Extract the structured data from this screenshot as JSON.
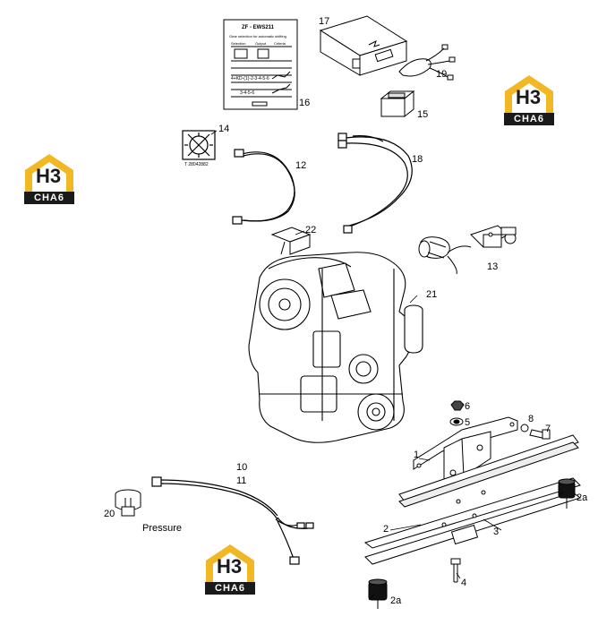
{
  "callouts": {
    "c1": "1",
    "c2": "2",
    "c2a_top": "2a",
    "c2a_bottom": "2a",
    "c3": "3",
    "c4": "4",
    "c5": "5",
    "c6": "6",
    "c7": "7",
    "c8": "8",
    "c10": "10",
    "c11": "11",
    "c12": "12",
    "c13": "13",
    "c14": "14",
    "c15": "15",
    "c16": "16",
    "c17": "17",
    "c18": "18",
    "c19": "19",
    "c20": "20",
    "c21": "21",
    "c22": "22"
  },
  "pressure_label": "Pressure",
  "decal": {
    "title": "ZF - EWS211",
    "subtitle": "Gear selection for automatic shifting",
    "col1": "Selection",
    "col2": "Output",
    "col3": "Criteria",
    "row1": "4+KD-(1)-2-3-4-5-6",
    "row2": "3-4-5-6"
  },
  "sticker_code": "T 28042882",
  "watermark": {
    "mark": "H3",
    "word": "CHA6"
  },
  "colors": {
    "line": "#000000",
    "background": "#ffffff",
    "logo_gold": "#f2b824",
    "logo_dark": "#1a1a1a"
  }
}
